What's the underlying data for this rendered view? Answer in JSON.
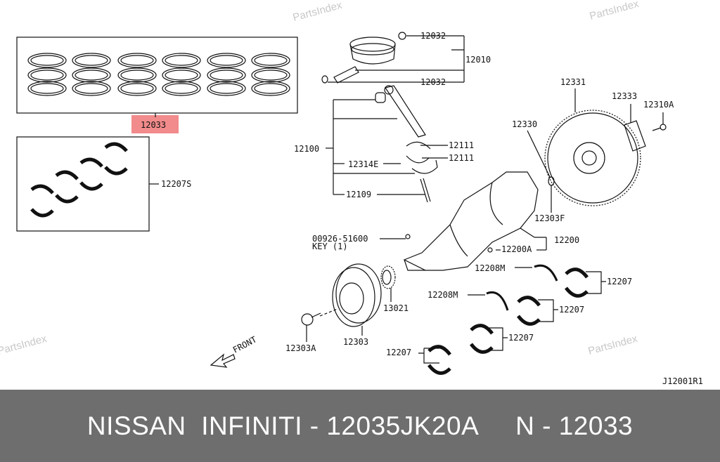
{
  "watermark": "PartsIndex",
  "diagram_code": "J12001R1",
  "front_label": "FRONT",
  "highlight_color": "#f28b8b",
  "labels": {
    "p12032a": "12032",
    "p12010": "12010",
    "p12032b": "12032",
    "p12033": "12033",
    "p12207s": "12207S",
    "p12100": "12100",
    "p12111a": "12111",
    "p12111b": "12111",
    "p12314e": "12314E",
    "p12109": "12109",
    "p12331": "12331",
    "p12333": "12333",
    "p12310a": "12310A",
    "p12330": "12330",
    "p12303f": "12303F",
    "p12200": "12200",
    "p12200a": "12200A",
    "p00926": "00926-51600",
    "key": "KEY (1)",
    "p12208m_a": "12208M",
    "p12207_a": "12207",
    "p12208m_b": "12208M",
    "p12207_b": "12207",
    "p12207_c": "12207",
    "p12207_d": "12207",
    "p13021": "13021",
    "p12303": "12303",
    "p12303a": "12303A"
  },
  "banner": {
    "text": "NISSAN  INFINITI - 12035JK20A     N - 12033"
  }
}
